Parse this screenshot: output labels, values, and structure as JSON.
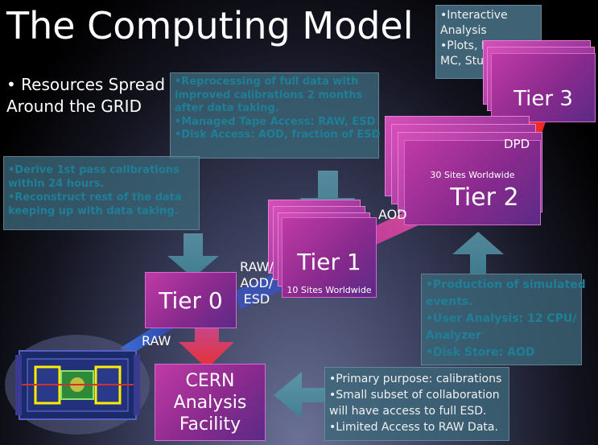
{
  "title": "The Computing Model",
  "intro": [
    "• Resources Spread",
    "Around the GRID"
  ],
  "notes": {
    "tier3": [
      "•Interactive",
      "Analysis",
      "•Plots, Fits, Toy",
      "MC, Studies, ..."
    ],
    "reprocessing": [
      "•Reprocessing of full data with",
      "improved calibrations 2 months",
      "after data taking.",
      "•Managed Tape Access: RAW, ESD",
      "•Disk Access: AOD, fraction of ESD"
    ],
    "tier0": [
      "•Derive 1st pass calibrations",
      "within 24 hours.",
      "•Reconstruct rest of the data",
      "keeping up with data taking."
    ],
    "tier2": [
      "•Production of simulated",
      "events.",
      "•User Analysis: 12 CPU/",
      "Analyzer",
      "•Disk Store: AOD"
    ],
    "caf": [
      "•Primary purpose: calibrations",
      "•Small subset of collaboration",
      "will have access to full ESD.",
      "•Limited Access to RAW Data."
    ]
  },
  "tiers": {
    "tier0": "Tier 0",
    "tier1": "Tier 1",
    "tier2": "Tier 2",
    "tier3": "Tier 3",
    "caf": [
      "CERN",
      "Analysis",
      "Facility"
    ]
  },
  "site_counts": {
    "tier1": "10 Sites Worldwide",
    "tier2": "30 Sites Worldwide"
  },
  "flow_labels": {
    "raw": "RAW",
    "raw_aod_esd": [
      "RAW/",
      "AOD/",
      "ESD"
    ],
    "aod": "AOD",
    "dpd": "DPD"
  },
  "colors": {
    "note_dim_text": "#1f7f96",
    "tier_pink": "#c03aa6",
    "tier_purple": "#5b2a86",
    "arrow_blue": "#3b6fd8",
    "arrow_red": "#e02020",
    "arrow_teal": "#4f8fa0"
  }
}
